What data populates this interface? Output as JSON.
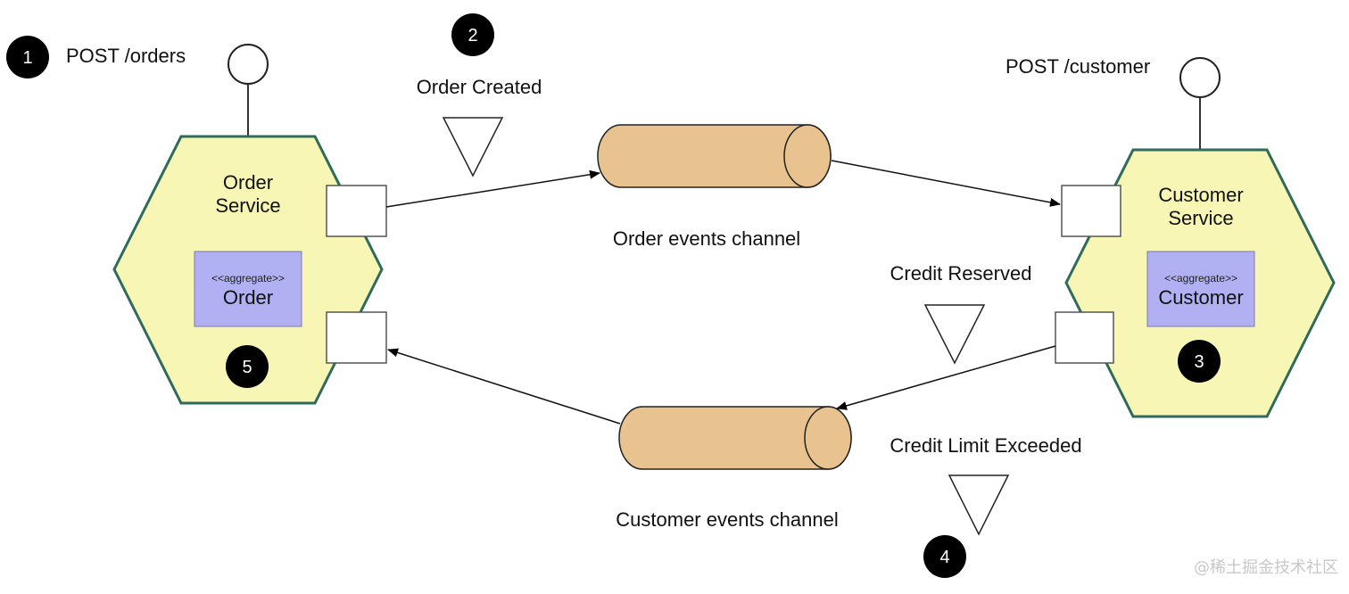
{
  "steps": [
    "1",
    "2",
    "3",
    "4",
    "5"
  ],
  "order_service": {
    "api": "POST /orders",
    "name_line1": "Order",
    "name_line2": "Service",
    "aggregate_stereotype": "<<aggregate>>",
    "aggregate_name": "Order"
  },
  "customer_service": {
    "api": "POST /customer",
    "name_line1": "Customer",
    "name_line2": "Service",
    "aggregate_stereotype": "<<aggregate>>",
    "aggregate_name": "Customer"
  },
  "channels": {
    "order_events": "Order events channel",
    "customer_events": "Customer events channel"
  },
  "events": {
    "order_created": "Order Created",
    "credit_reserved": "Credit Reserved",
    "credit_limit_exceeded": "Credit Limit Exceeded"
  },
  "watermark": "@稀土掘金技术社区",
  "colors": {
    "hexagon_fill": "#f7f6b4",
    "hexagon_stroke": "#2f6b5c",
    "aggregate_fill": "#b0b0f3",
    "channel_fill": "#e8c38f",
    "badge_fill": "#000000"
  }
}
